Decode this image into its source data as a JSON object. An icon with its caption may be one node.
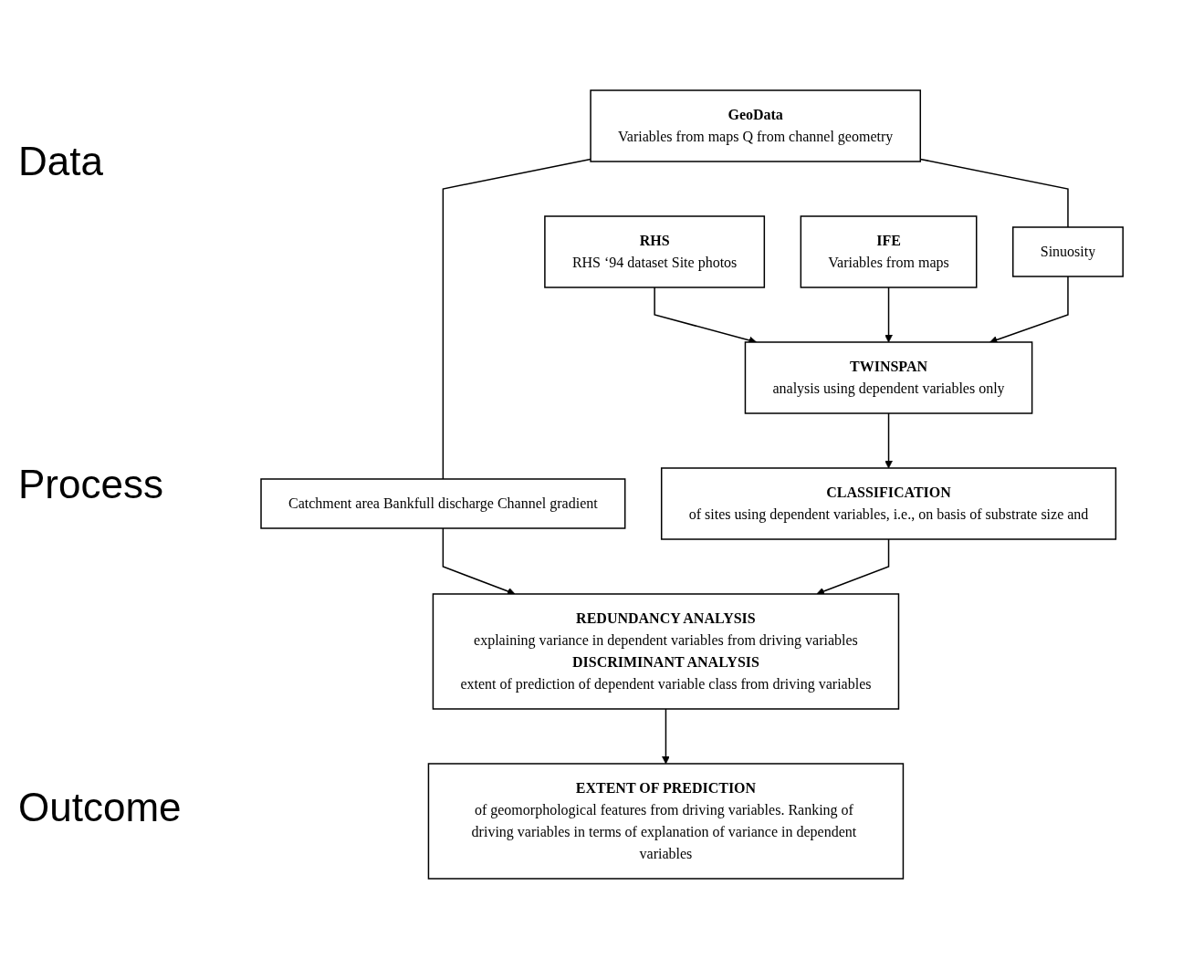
{
  "diagram": {
    "nodes": [
      {
        "text": [
          "RHS",
          "RHS ‘94 dataset Site photos"
        ]
      },
      {
        "text": [
          "IFE",
          "Variables from maps"
        ]
      },
      {
        "text": [
          "GeoData",
          "Variables from maps Q from channel geometry"
        ]
      },
      {
        "text": [
          "Sinuosity"
        ]
      },
      {
        "text": [
          "Catchment area Bankfull discharge Channel gradient"
        ]
      },
      {
        "text": [
          "TWINSPAN",
          "analysis using dependent variables only"
        ]
      },
      {
        "text": [
          "REDUNDANCY ANALYSIS",
          "explaining variance in dependent variables from driving variables",
          "DISCRIMINANT ANALYSIS",
          "extent of prediction of dependent variable class from driving variables"
        ]
      },
      {
        "text": [
          "CLASSIFICATION",
          "of sites using dependent variables, i.e., on basis of substrate size and"
        ]
      },
      {
        "text": [
          "EXTENT OF PREDICTION",
          "of geomorphological features from driving variables. Ranking of driving variables in terms of explanation of variance in dependent variables"
        ]
      }
    ],
    "edges": [
      {
        "from": 0,
        "to": 5,
        "arrow": "to"
      },
      {
        "from": 1,
        "to": 5,
        "arrow": "to"
      },
      {
        "from": 2,
        "to": 3,
        "arrow": "none"
      },
      {
        "from": 3,
        "to": 5,
        "arrow": "to"
      },
      {
        "from": 2,
        "to": 4,
        "arrow": "none"
      },
      {
        "from": 4,
        "to": 6,
        "arrow": "to"
      },
      {
        "from": 5,
        "to": 7,
        "arrow": "to"
      },
      {
        "from": 7,
        "to": 6,
        "arrow": "to"
      },
      {
        "from": 6,
        "to": 8,
        "arrow": "to"
      }
    ],
    "labels": [
      "Data",
      "Process",
      "Outcome"
    ]
  }
}
